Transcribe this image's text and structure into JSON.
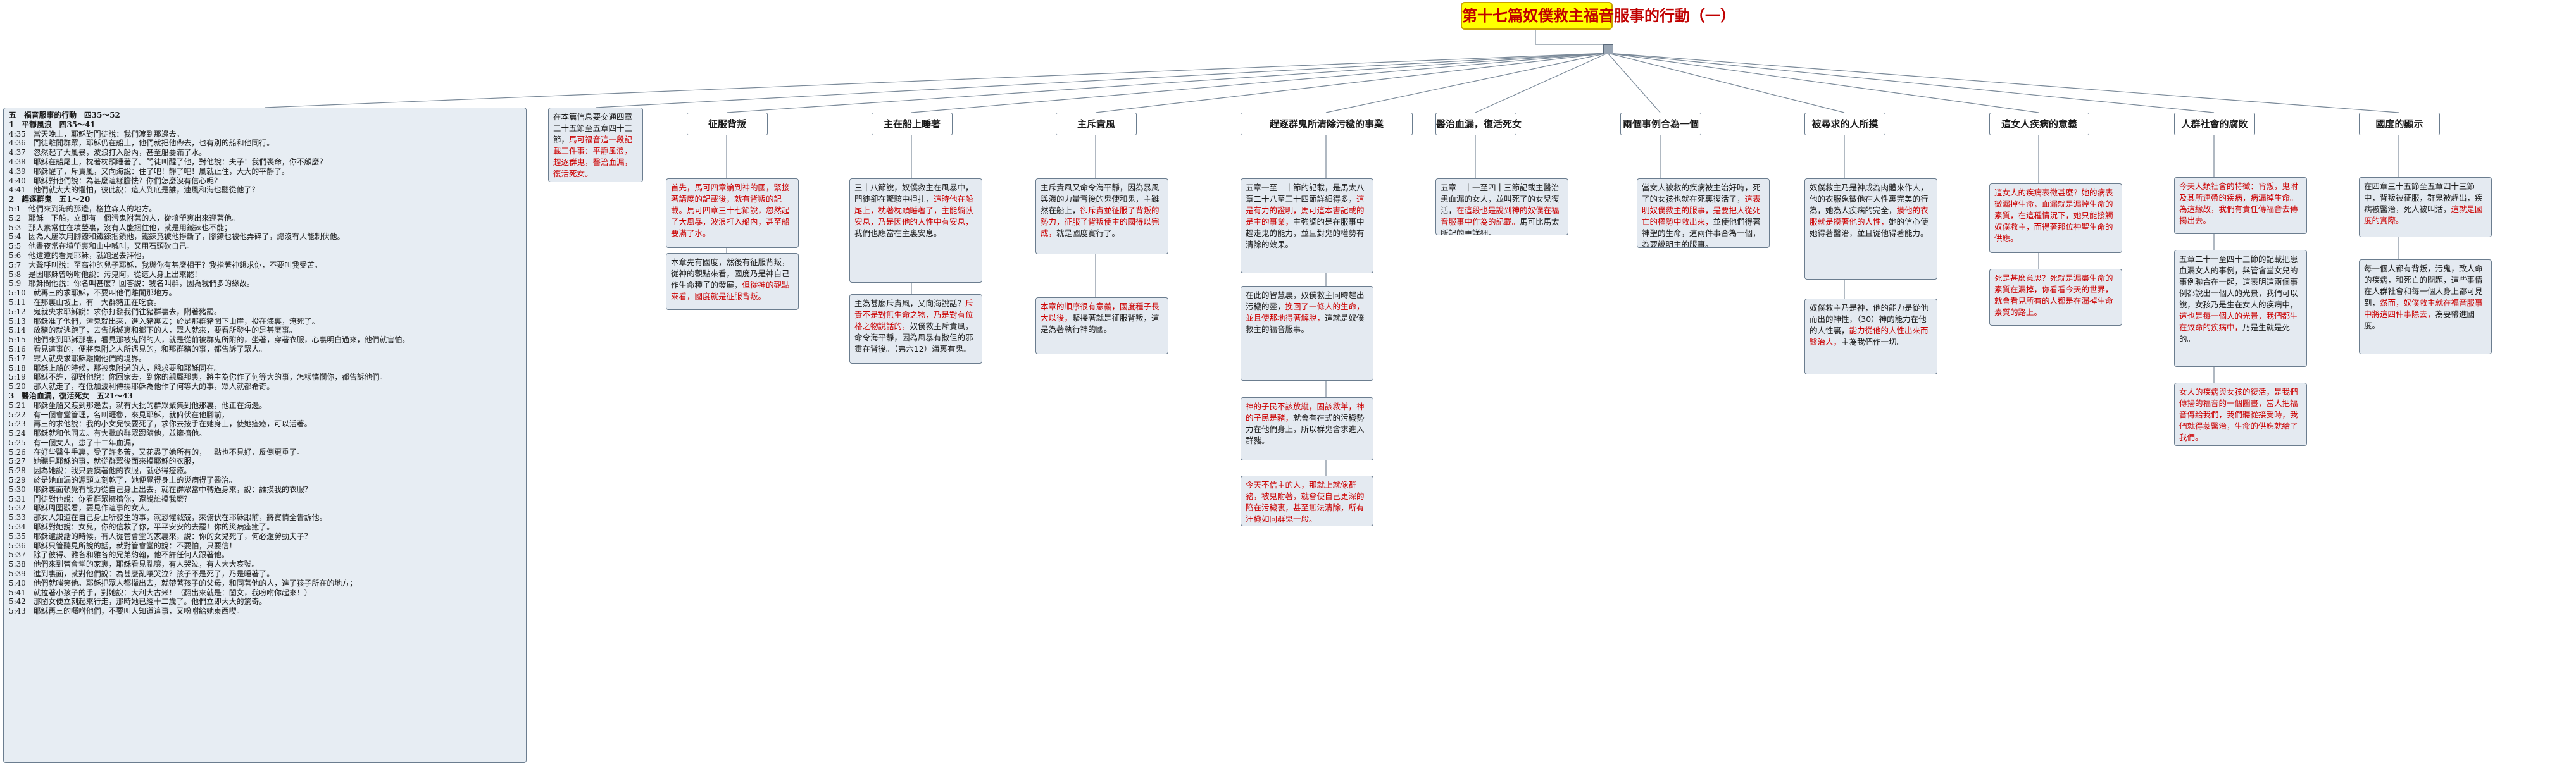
{
  "root_title": "第十七篇奴僕救主福音服事的行動（一）",
  "outline": {
    "title": "五　福音服事的行動　四35～52",
    "sections": [
      {
        "heading": "1　平靜風浪　四35～41",
        "lines": [
          "4:35　當天晚上，耶穌對門徒說：我們渡到那邊去。",
          "4:36　門徒離開群眾，耶穌仍在船上，他們就把他帶去，也有別的船和他同行。",
          "4:37　忽然起了大風暴，波浪打入船內，甚至船要滿了水。",
          "4:38　耶穌在船尾上，枕著枕頭睡著了。門徒叫醒了他，對他說：夫子！我們喪命，你不顧麼？",
          "4:39　耶穌醒了，斥責風，又向海說：住了吧！靜了吧！風就止住，大大的平靜了。",
          "4:40　耶穌對他們說：為甚麼這樣膽怯？你們怎麼沒有信心呢？",
          "4:41　他們就大大的懼怕，彼此說：這人到底是誰，連風和海也聽從他了？"
        ]
      },
      {
        "heading": "2　趕逐群鬼　五1～20",
        "lines": [
          "5:1　他們來到海的那邊，格拉森人的地方。",
          "5:2　耶穌一下船，立即有一個污鬼附著的人，從墳塋裏出來迎著他。",
          "5:3　那人素常住在墳塋裏，沒有人能捆住他，就是用鐵鍊也不能；",
          "5:4　因為人屢次用腳鐐和鐵鍊捆鎖他，鐵鍊竟被他掙斷了，腳鐐也被他弄碎了，總沒有人能制伏他。",
          "5:5　他晝夜常在墳塋裏和山中喊叫，又用石頭砍自己。",
          "5:6　他遠遠的看見耶穌，就跑過去拜他，",
          "5:7　大聲呼叫說：至高神的兒子耶穌，我與你有甚麼相干？我指著神懇求你，不要叫我受苦。",
          "5:8　是因耶穌曾吩咐他說：污鬼阿，從這人身上出來罷！",
          "5:9　耶穌問他說：你名叫甚麼？回答說：我名叫群，因為我們多的緣故。",
          "5:10　就再三的求耶穌，不要叫他們離開那地方。",
          "5:11　在那裏山坡上，有一大群豬正在吃食。",
          "5:12　鬼就央求耶穌說：求你打發我們往豬群裏去，附著豬罷。",
          "5:13　耶穌准了他們，污鬼就出來，進入豬裏去；於是那群豬闖下山崖，投在海裏，淹死了。",
          "5:14　放豬的就逃跑了，去告訴城裏和鄉下的人，眾人就來，要看所發生的是甚麼事。",
          "5:15　他們來到耶穌那裏，看見那被鬼附的人，就是從前被群鬼所附的，坐著，穿著衣服，心裏明白過來，他們就害怕。",
          "5:16　看見這事的，便將鬼附之人所遇見的，和那群豬的事，都告訴了眾人。",
          "5:17　眾人就央求耶穌離開他們的境界。",
          "5:18　耶穌上船的時候，那被鬼附過的人，懇求要和耶穌同在。",
          "5:19　耶穌不許，卻對他說：你回家去，到你的親屬那裏，將主為你作了何等大的事，怎樣憐憫你，都告訴他們。",
          "5:20　那人就走了，在低加波利傳揚耶穌為他作了何等大的事，眾人就都希奇。"
        ]
      },
      {
        "heading": "3　醫治血漏，復活死女　五21～43",
        "lines": [
          "5:21　耶穌坐船又渡到那邊去，就有大批的群眾聚集到他那裏，他正在海邊。",
          "5:22　有一個會堂管理，名叫睚魯，來見耶穌，就俯伏在他腳前，",
          "5:23　再三的求他說：我的小女兒快要死了，求你去按手在她身上，使她痊癒，可以活著。",
          "5:24　耶穌就和他同去。有大批的群眾跟隨他，並擁擠他。",
          "5:25　有一個女人，患了十二年血漏，",
          "5:26　在好些醫生手裏，受了許多苦，又花盡了她所有的，一點也不見好，反倒更重了。",
          "5:27　她聽見耶穌的事，就從群眾後面來摸耶穌的衣服，",
          "5:28　因為她說：我只要摸著他的衣服，就必得痊癒。",
          "5:29　於是她血漏的源頭立刻乾了，她便覺得身上的災病得了醫治。",
          "5:30　耶穌裏面頓覺有能力從自己身上出去，就在群眾當中轉過身來，說：誰摸我的衣服？",
          "5:31　門徒對他說：你看群眾擁擠你，還說誰摸我麼？",
          "5:32　耶穌周圍觀看，要見作這事的女人。",
          "5:33　那女人知道在自己身上所發生的事，就恐懼戰兢，來俯伏在耶穌跟前，將實情全告訴他。",
          "5:34　耶穌對她說：女兒，你的信救了你，平平安安的去罷！你的災病痊癒了。",
          "5:35　耶穌還說話的時候，有人從管會堂的家裏來，說：你的女兒死了，何必還勞動夫子？",
          "5:36　耶穌只管聽見所說的話，就對管會堂的說：不要怕，只要信！",
          "5:37　除了彼得、雅各和雅各的兄弟約翰，他不許任何人跟著他。",
          "5:38　他們來到管會堂的家裏，耶穌看見亂嚷，有人哭泣，有人大大哀號。",
          "5:39　進到裏面，就對他們說：為甚麼亂嚷哭泣？孩子不是死了，乃是睡著了。",
          "5:40　他們就嗤笑他。耶穌把眾人都攆出去，就帶著孩子的父母，和同著他的人，進了孩子所在的地方；",
          "5:41　就拉著小孩子的手，對她說：大利大古米！（翻出來就是：閨女，我吩咐你起來！）",
          "5:42　那閨女便立刻起來行走，那時她已經十二歲了。他們立即大大的驚奇。",
          "5:43　耶穌再三的囑咐他們，不要叫人知道這事，又吩咐給她東西喫。"
        ]
      }
    ]
  },
  "intro": {
    "text": "在本篇信息要交通四章三十五節至五章四十三節，",
    "highlight": "馬可福音這一段記載三件事：平靜風浪，趕逐群鬼，醫治血漏，復活死女。"
  },
  "columns": [
    {
      "header": "征服背叛",
      "boxes": [
        {
          "red": true,
          "text": "首先，馬可四章論到神的國，緊接著講度的記載後，就有背叛的記載。馬可四章三十七節說，忽然起了大風暴，波浪打入船內，甚至船要滿了水。"
        },
        {
          "parts": [
            {
              "t": "本章先有國度，然後有征服背叛，從神的觀點來看，國度乃是神自己作生命種子的發展，"
            },
            {
              "t": "但從神的觀點來看，國度就是征服背叛。",
              "h": true
            }
          ]
        }
      ]
    },
    {
      "header": "主在船上睡著",
      "boxes": [
        {
          "parts": [
            {
              "t": "三十八節說，奴僕救主在風暴中，門徒卻在驚駭中掙扎，"
            },
            {
              "t": "這時他在船尾上，枕著枕頭睡著了，主能躺臥安息，乃是因他的人性中有安息，",
              "h": true
            },
            {
              "t": "我們也應當在主裏安息。"
            }
          ]
        },
        {
          "parts": [
            {
              "t": "主為甚麼斥責風，又向海說話？"
            },
            {
              "t": "斥責不是對無生命之物，乃是對有位格之物說話的，",
              "h": true
            },
            {
              "t": "奴僕救主斥責風，命令海平靜，因為風暴有撒但的邪靈在背後。（弗六12）海裏有鬼。"
            }
          ]
        }
      ]
    },
    {
      "header": "主斥責風",
      "boxes": [
        {
          "parts": [
            {
              "t": "主斥責風又命令海平靜，因為暴風與海的力量背後的鬼使和鬼，主雖然在船上，"
            },
            {
              "t": "卻斥責並征服了背叛的勢力，征服了背叛使主的國得以完成，",
              "h": true
            },
            {
              "t": "就是國度實行了。"
            }
          ]
        },
        {
          "parts": [
            {
              "t": "本章的順序很有意義，國度種子長大以後，",
              "h": true
            },
            {
              "t": "緊接著就是征服背叛，這是為著執行神的國。"
            }
          ]
        }
      ]
    },
    {
      "header": "趕逐群鬼所清除污穢的事業",
      "boxes": [
        {
          "parts": [
            {
              "t": "五章一至二十節的記載，是馬太八章二十八至三十四節詳細得多，"
            },
            {
              "t": "這是有力的證明，馬可這本書記載的是主的事業，",
              "h": true
            },
            {
              "t": "主強調的是在服事中趕走鬼的能力，並且對鬼的權勢有清除的效果。"
            }
          ]
        },
        {
          "parts": [
            {
              "t": "在此的智慧裏，奴僕救主同時趕出污穢的靈，"
            },
            {
              "t": "挽回了一條人的生命，並且使那地得著解脫，",
              "h": true
            },
            {
              "t": "這就是奴僕救主的福音服事。"
            }
          ]
        },
        {
          "parts": [
            {
              "t": "神的子民不該放縱，固該救羊，神的子民是豬，",
              "h": true
            },
            {
              "t": "就會有在式的污穢勢力在他們身上，所以群鬼會求進入群豬。"
            }
          ]
        },
        {
          "red": true,
          "text": "今天不信主的人，那就上就像群豬，被鬼附著，就會使自己更深的陷在污穢裏，甚至無法清除，所有汙穢如同群鬼一般。"
        }
      ]
    },
    {
      "header": "醫治血漏，復活死女",
      "boxes": [
        {
          "parts": [
            {
              "t": "五章二十一至四十三節記載主醫治患血漏的女人，並叫死了的女兒復活，"
            },
            {
              "t": "在這段也是說到神的奴僕在福音服事中作為的記載。",
              "h": true
            },
            {
              "t": "馬可比馬太所記的更詳細。"
            }
          ]
        }
      ]
    },
    {
      "header": "兩個事例合為一個",
      "boxes": [
        {
          "parts": [
            {
              "t": "當女人被救的疾病被主治好時，死了的女孩也就在死裏復活了，"
            },
            {
              "t": "這表明奴僕救主的服事，是要把人從死亡的權勢中救出來，",
              "h": true
            },
            {
              "t": "並使他們得著神聖的生命，這兩件事合為一個，為要說明主的服事。"
            }
          ]
        }
      ]
    },
    {
      "header": "被尋求的人所摸",
      "boxes": [
        {
          "parts": [
            {
              "t": "奴僕救主乃是神成為肉體來作人，他的衣服象徵他在人性裏完美的行為，她為人疾病的完全，"
            },
            {
              "t": "摸他的衣服就是摸著他的人性，",
              "h": true
            },
            {
              "t": "她的信心使她得著醫治，並且從他得著能力。"
            }
          ]
        },
        {
          "parts": [
            {
              "t": "奴僕救主乃是神，他的能力是從他而出的神性，（30）神的能力在他的人性裏，"
            },
            {
              "t": "能力從他的人性出來而醫治人，",
              "h": true
            },
            {
              "t": "主為我們作一切。"
            }
          ]
        }
      ]
    },
    {
      "header": "這女人疾病的意義",
      "boxes": [
        {
          "red": true,
          "text": "這女人的疾病表徵甚麼？她的病表徵漏掉生命，血漏就是漏掉生命的素質，在這種情況下，她只能接觸奴僕救主，而得著那位神聖生命的供應。"
        },
        {
          "red": true,
          "text": "死是甚麼意思？死就是漏盡生命的素質在漏掉，你看看今天的世界，就會看見所有的人都是在漏掉生命素質的路上。"
        }
      ]
    },
    {
      "header": "人群社會的腐敗",
      "boxes": [
        {
          "red": true,
          "text": "今天人類社會的特徵：背叛，鬼附及其所連帶的疾病，病漏掉生命。為這緣故，我們有責任傳福音去傳揚出去。"
        },
        {
          "parts": [
            {
              "t": "五章二十一至四十三節的記載把患血漏女人的事例，與管會堂女兒的事例聯合在一起，這表明這兩個事例都說出一個人的光景，我們可以說，女孩乃是生在女人的疾病中，"
            },
            {
              "t": "這也是每一個人的光景，我們都生在致命的疾病中，",
              "h": true
            },
            {
              "t": "乃是生就是死的。"
            }
          ]
        },
        {
          "red": true,
          "text": "女人的疾病與女孩的復活，是我們傳揚的福音的一個圖畫，當人把福音傳給我們，我們聽從接受時，我們就得蒙醫治，生命的供應就給了我們。"
        }
      ]
    },
    {
      "header": "國度的顯示",
      "boxes": [
        {
          "parts": [
            {
              "t": "在四章三十五節至五章四十三節中，背叛被征服，群鬼被趕出，疾病被醫治，死人被叫活，"
            },
            {
              "t": "這就是國度的實際。",
              "h": true
            }
          ]
        },
        {
          "parts": [
            {
              "t": "每一個人都有背叛，污鬼，致人命的疾病，和死亡的問題，這些事情在人群社會和每一個人身上都可見到，"
            },
            {
              "t": "然而，奴僕救主就在福音服事中將這四件事除去，",
              "h": true
            },
            {
              "t": "為要帶進國度。"
            }
          ]
        }
      ]
    }
  ]
}
